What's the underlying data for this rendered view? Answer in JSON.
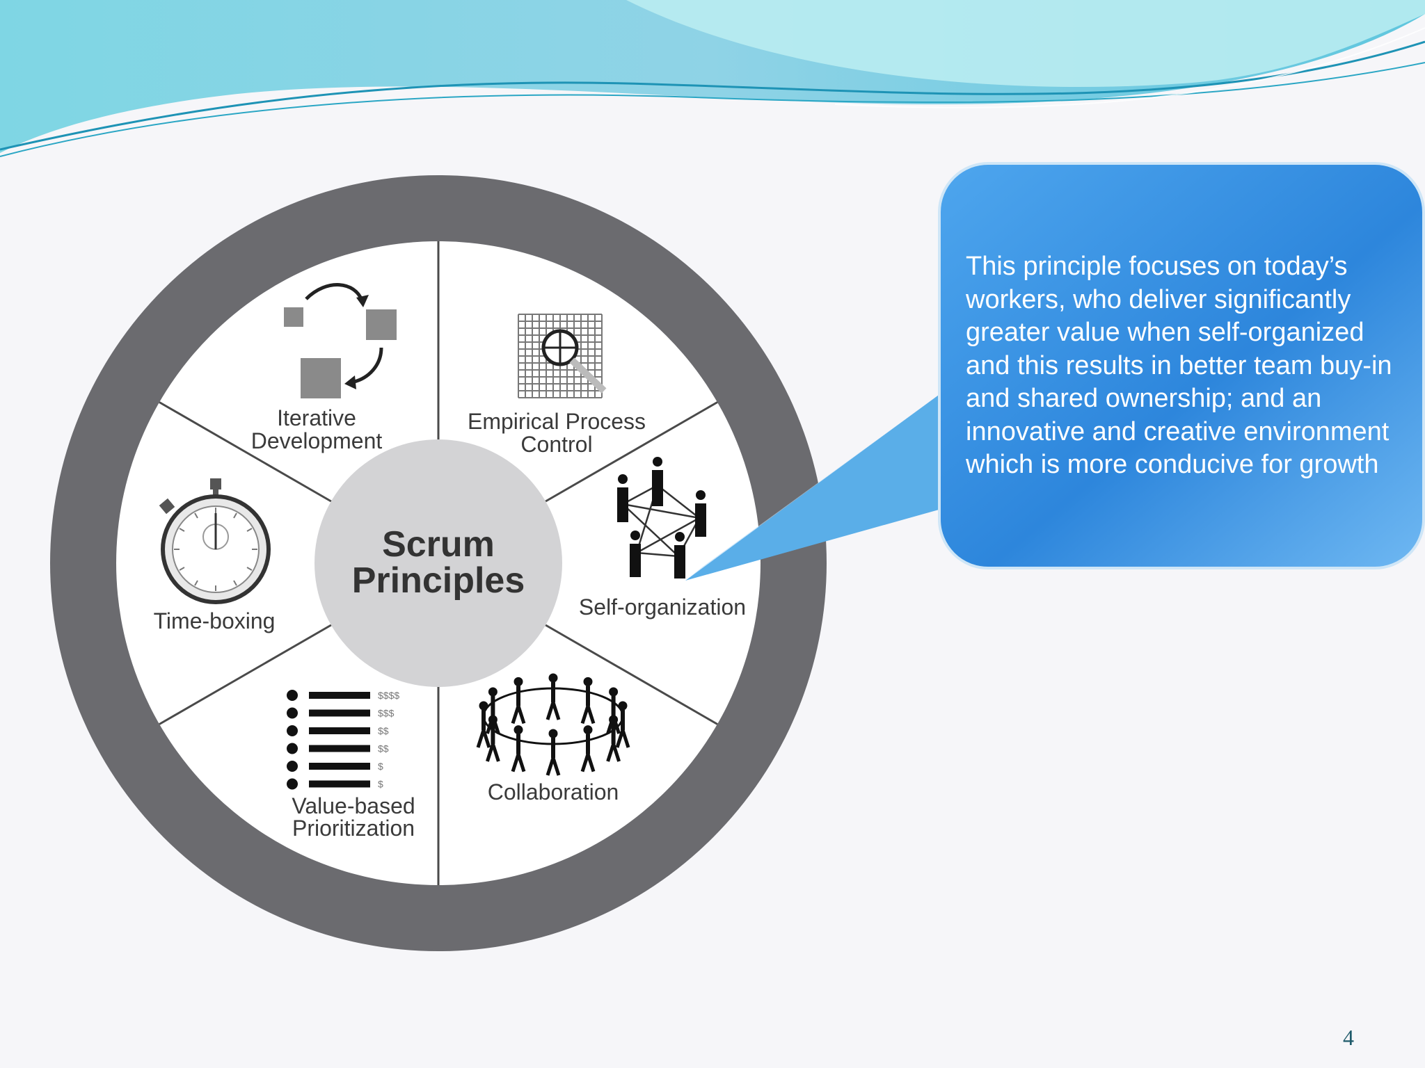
{
  "diagram": {
    "center": {
      "line1": "Scrum",
      "line2": "Principles"
    },
    "segments": [
      {
        "id": "iterative-development",
        "line1": "Iterative",
        "line2": "Development",
        "icon": "cycle-squares-icon"
      },
      {
        "id": "empirical-process-control",
        "line1": "Empirical Process",
        "line2": "Control",
        "icon": "grid-magnifier-icon"
      },
      {
        "id": "self-organization",
        "line1": "Self-organization",
        "line2": "",
        "icon": "network-people-icon"
      },
      {
        "id": "collaboration",
        "line1": "Collaboration",
        "line2": "",
        "icon": "people-circle-icon"
      },
      {
        "id": "value-based-prioritization",
        "line1": "Value-based",
        "line2": "Prioritization",
        "icon": "ranked-list-icon"
      },
      {
        "id": "time-boxing",
        "line1": "Time-boxing",
        "line2": "",
        "icon": "stopwatch-icon"
      }
    ],
    "list_icon_labels": [
      "$$$$",
      "$$$",
      "$$",
      "$$",
      "$",
      "$"
    ]
  },
  "callout": {
    "text": "This principle focuses on today’s workers, who deliver significantly greater value when self-organized and this results in better team buy-in and shared ownership; and an innovative and creative environment which is more conducive for growth"
  },
  "page_number": "4",
  "colors": {
    "wave_light": "#b5e9f0",
    "wave_mid": "#6fcfe0",
    "wave_dark": "#1e93b5",
    "ring": "#6b6b6f",
    "center_disc": "#d3d3d5",
    "callout_top": "#5fb0f0",
    "callout_bottom": "#1f78d0"
  }
}
